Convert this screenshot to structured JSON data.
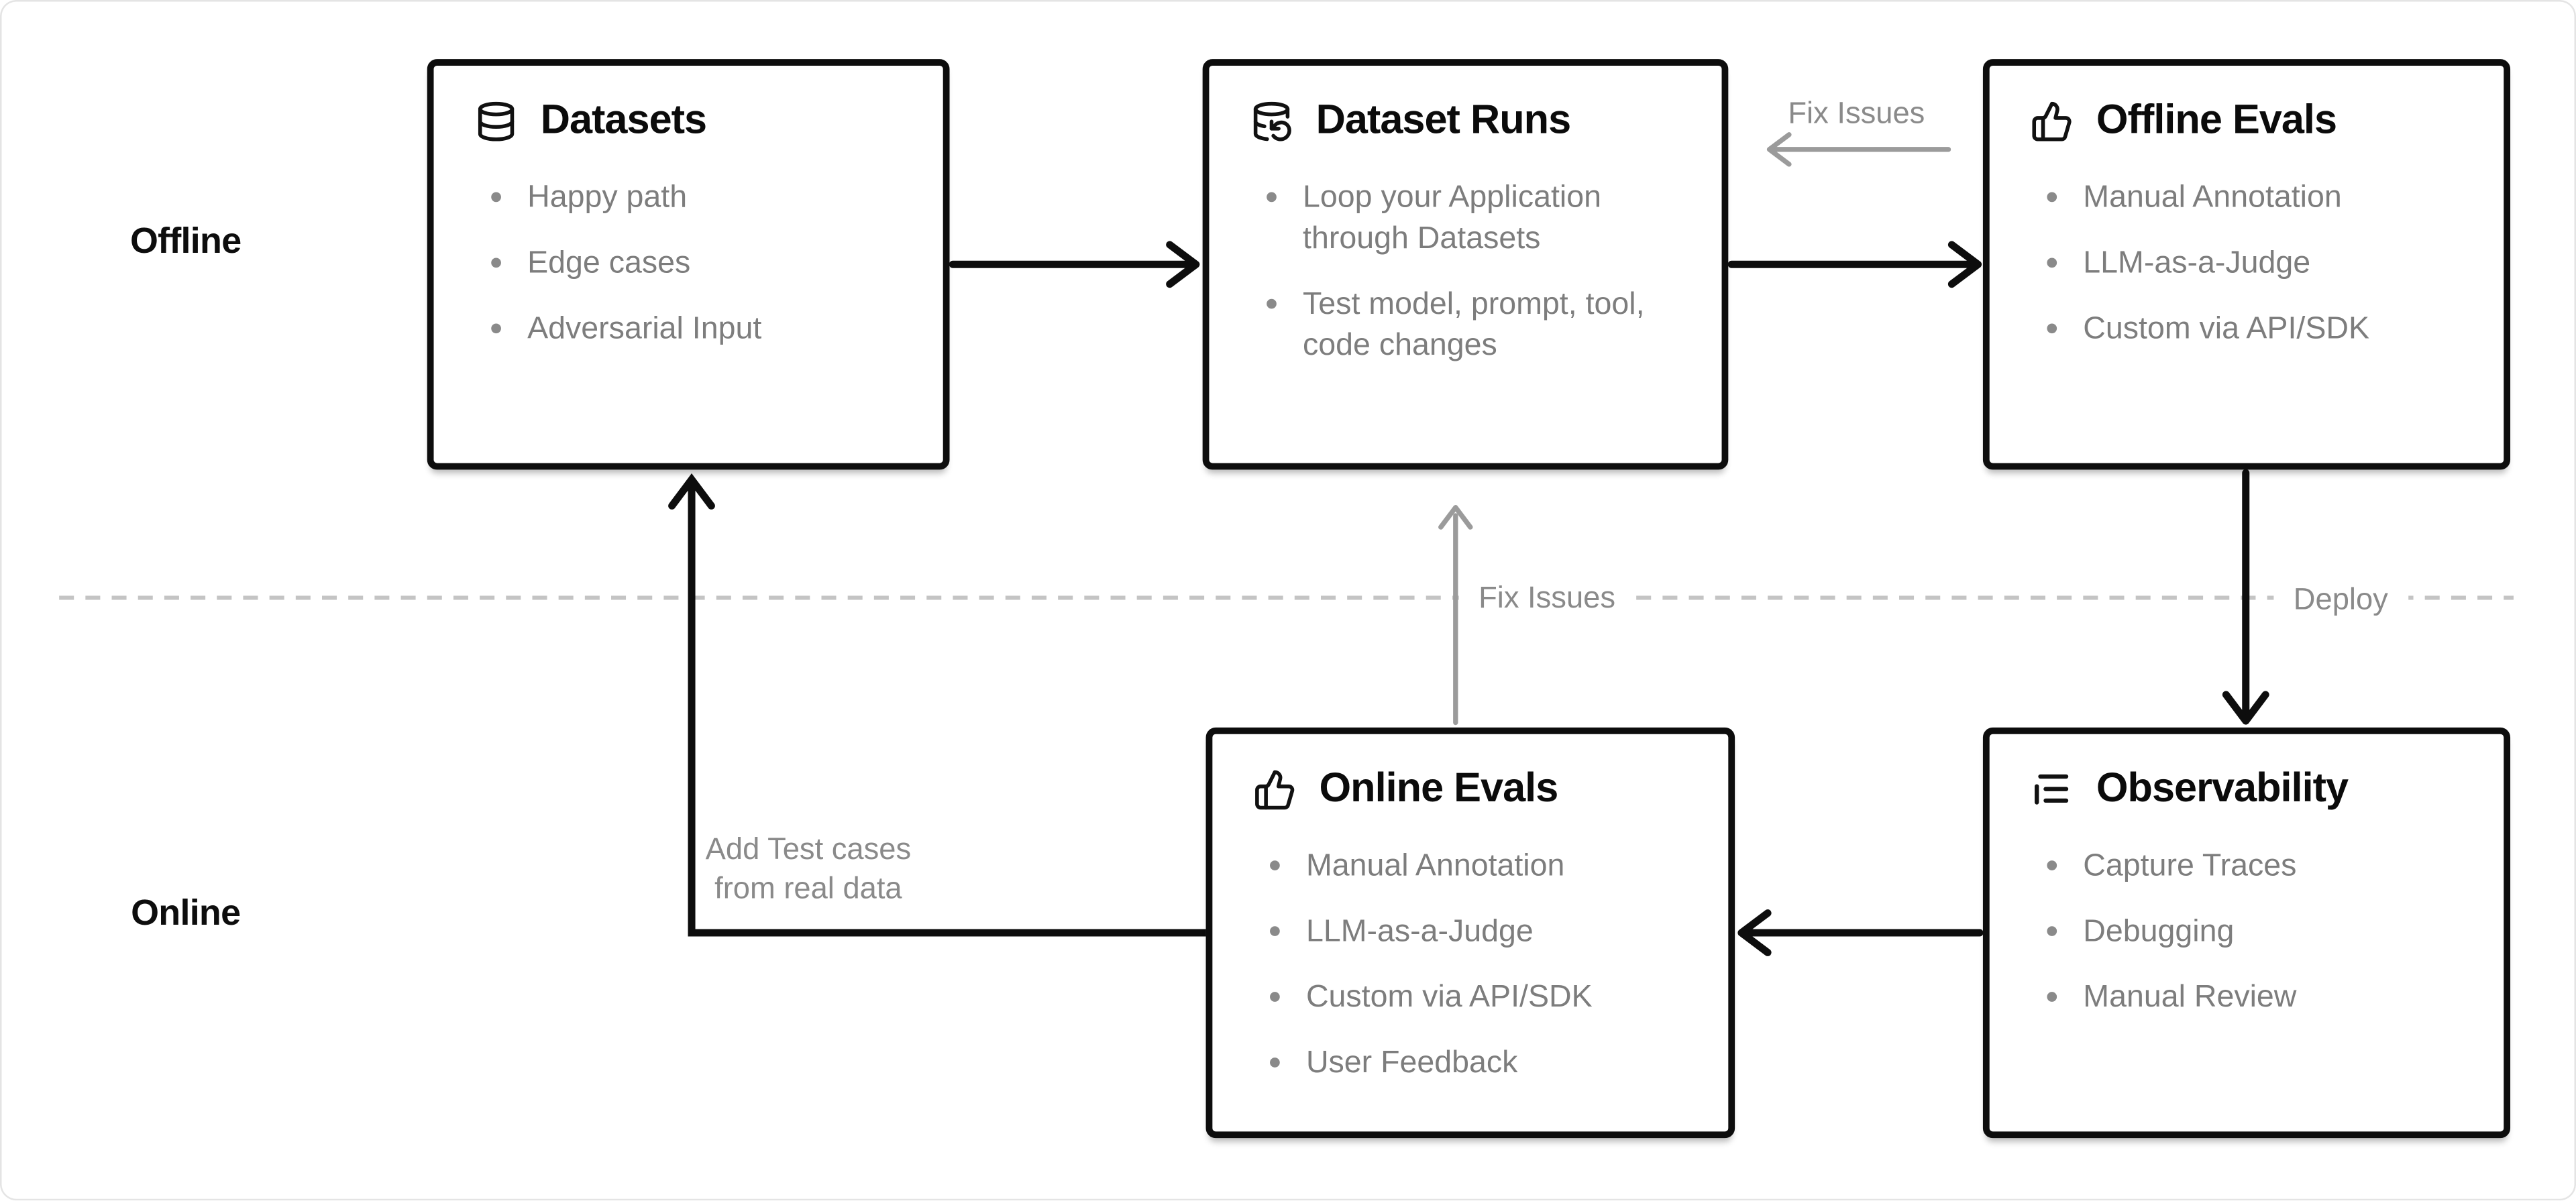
{
  "page": {
    "background": "#ffffff",
    "frame_border_color": "#e4e4e4",
    "box_border_color": "#0d0d0d",
    "bullet_text_color": "#7d7d7d",
    "label_text_color": "#8a8a8a",
    "gray_arrow_color": "#9b9b9b",
    "black_arrow_color": "#0d0d0d",
    "dashed_line_color": "#c4c4c4"
  },
  "lanes": {
    "offline_label": "Offline",
    "online_label": "Online"
  },
  "boxes": [
    {
      "id": "datasets",
      "icon": "database-icon",
      "title": "Datasets",
      "items": [
        "Happy path",
        "Edge cases",
        "Adversarial Input"
      ]
    },
    {
      "id": "dataset-runs",
      "icon": "database-backup-icon",
      "title": "Dataset Runs",
      "items": [
        "Loop your Application through Datasets",
        "Test model, prompt, tool, code changes"
      ]
    },
    {
      "id": "offline-evals",
      "icon": "thumbs-up-icon",
      "title": "Offline Evals",
      "items": [
        "Manual Annotation",
        "LLM-as-a-Judge",
        "Custom via API/SDK"
      ]
    },
    {
      "id": "online-evals",
      "icon": "thumbs-up-icon",
      "title": "Online Evals",
      "items": [
        "Manual Annotation",
        "LLM-as-a-Judge",
        "Custom via API/SDK",
        "User Feedback"
      ]
    },
    {
      "id": "observability",
      "icon": "logs-icon",
      "title": "Observability",
      "items": [
        "Capture Traces",
        "Debugging",
        "Manual Review"
      ]
    }
  ],
  "connector_labels": {
    "fix_issues_top": "Fix Issues",
    "fix_issues_mid": "Fix Issues",
    "deploy": "Deploy",
    "add_test_cases_line1": "Add Test cases",
    "add_test_cases_line2": "from real data"
  }
}
